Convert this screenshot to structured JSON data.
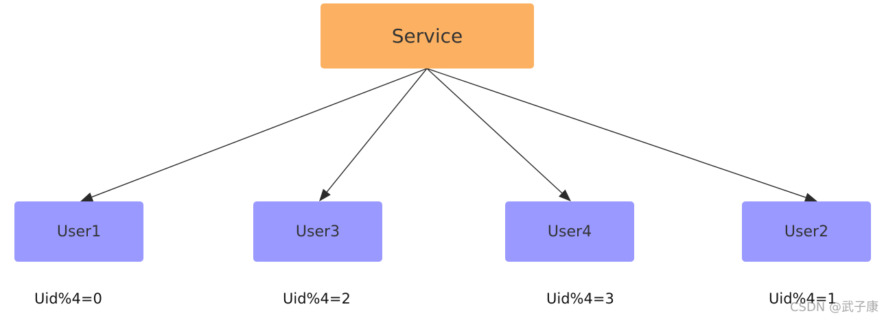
{
  "colors": {
    "service_fill": "#FCB162",
    "user_fill": "#9999FF",
    "arrow": "#2B2B2B"
  },
  "nodes": {
    "service": {
      "label": "Service"
    },
    "user1": {
      "label": "User1"
    },
    "user3": {
      "label": "User3"
    },
    "user4": {
      "label": "User4"
    },
    "user2": {
      "label": "User2"
    }
  },
  "captions": {
    "user1": "Uid%4=0",
    "user3": "Uid%4=2",
    "user4": "Uid%4=3",
    "user2": "Uid%4=1"
  },
  "watermark": "CSDN @武子康"
}
